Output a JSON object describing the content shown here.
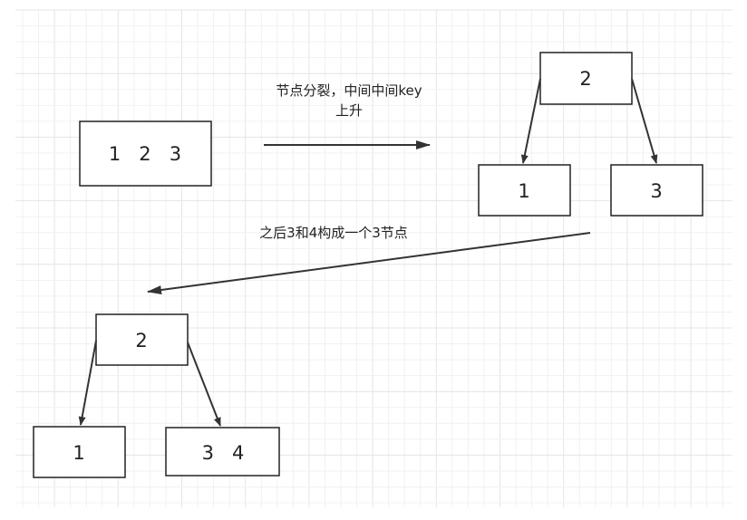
{
  "step1": {
    "node_keys": "1   2   3"
  },
  "split_label": {
    "line1": "节点分裂，中间中间key",
    "line2": "上升"
  },
  "step2": {
    "root": "2",
    "left": "1",
    "right": "3"
  },
  "merge_label": "之后3和4构成一个3节点",
  "step3": {
    "root": "2",
    "left": "1",
    "right": "3   4"
  },
  "colors": {
    "stroke": "#222222",
    "grid_major": "#e4e4e4",
    "grid_minor": "#f1f1f1"
  }
}
